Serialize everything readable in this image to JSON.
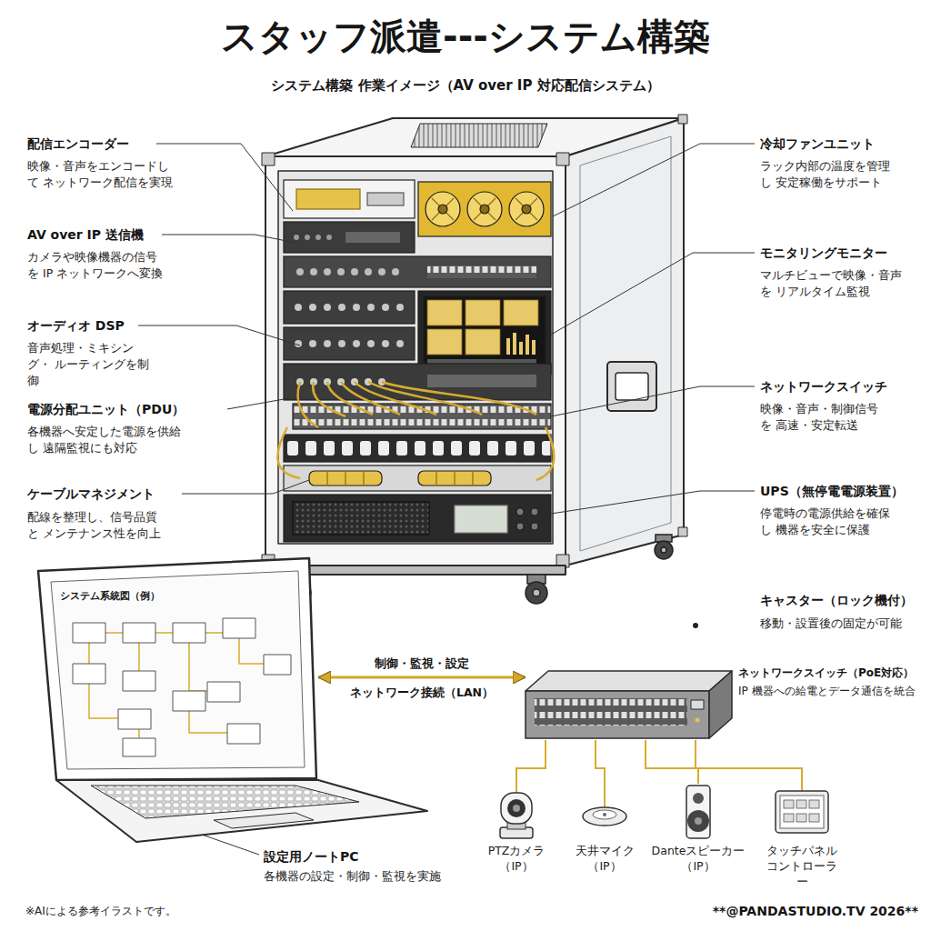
{
  "diagram": {
    "title": "スタッフ派遣---システム構築",
    "nodes": [
      {
        "text": [
          "設定用ノートPC",
          "各機器の設定・制御・監視を実施"
        ]
      },
      {
        "text": [
          "ネットワークスイッチ（PoE対応）",
          "IP 機器への給電とデータ通信を統合"
        ]
      },
      {
        "text": [
          "PTZカメラ （IP）"
        ]
      },
      {
        "text": [
          "天井マイク （IP）"
        ]
      },
      {
        "text": [
          "Danteスピーカー （IP）"
        ]
      },
      {
        "text": [
          "タッチパネル コントローラー"
        ]
      }
    ],
    "edges": [
      {
        "from": 0,
        "to": 1,
        "arrow": "both",
        "label": "制御・監視・設定"
      },
      {
        "from": 1,
        "to": 2,
        "arrow": "none"
      },
      {
        "from": 1,
        "to": 3,
        "arrow": "none"
      },
      {
        "from": 1,
        "to": 4,
        "arrow": "none"
      },
      {
        "from": 1,
        "to": 5,
        "arrow": "none"
      }
    ],
    "labels": [
      "システム構築 作業イメージ（AV over IP 対応配信システム）",
      "配信エンコーダー",
      "映像・音声をエンコードして ネットワーク配信を実現",
      "AV over IP 送信機",
      "カメラや映像機器の信号を IP ネットワークへ変換",
      "オーディオ DSP",
      "音声処理・ミキシング・ ルーティングを制御",
      "電源分配ユニット（PDU）",
      "各機器へ安定した電源を供給し 遠隔監視にも対応",
      "ケーブルマネジメント",
      "配線を整理し、信号品質と メンテナンス性を向上",
      "冷却ファンユニット",
      "ラック内部の温度を管理し 安定稼働をサポート",
      "モニタリングモニター",
      "マルチビューで映像・音声を リアルタイム監視",
      "ネットワークスイッチ",
      "映像・音声・制御信号を 高速・安定転送",
      "UPS（無停電電源装置）",
      "停電時の電源供給を確保し 機器を安全に保護",
      "キャスター（ロック機付）",
      "移動・設置後の固定が可能",
      "システム系統図（例）",
      "ネットワーク接続（LAN）",
      "※AIによる参考イラストです。",
      "**@PANDASTUDIO.TV 2026**"
    ]
  }
}
